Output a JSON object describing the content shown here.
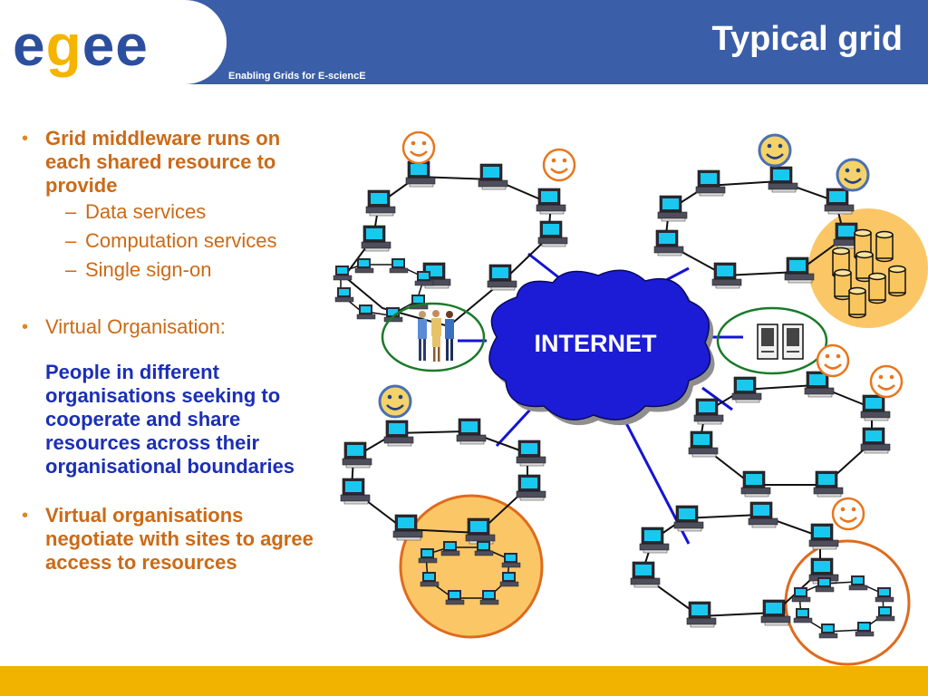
{
  "header": {
    "title": "Typical grid",
    "tagline": "Enabling Grids for E-sciencE"
  },
  "logo": {
    "letters": [
      "e",
      "g",
      "e",
      "e"
    ]
  },
  "bullets": {
    "b1": "Grid middleware runs on each shared resource to provide",
    "b1_subs": [
      "Data services",
      "Computation services",
      "Single sign-on"
    ],
    "b2": "Virtual Organisation:",
    "b2_detail": "People in different organisations seeking to cooperate and share resources across their organisational boundaries",
    "b3": "Virtual organisations negotiate with sites to agree access to resources"
  },
  "diagram": {
    "cloud_label": "INTERNET"
  },
  "colors": {
    "header": "#3a5fa8",
    "footer": "#f2b200",
    "cloud": "#1c1cd6",
    "vo_green": "#1a7a2a",
    "vo_orange": "#e06a1e",
    "smiley_orange": "#e8761e",
    "smiley_blue": "#4a6fb2"
  }
}
